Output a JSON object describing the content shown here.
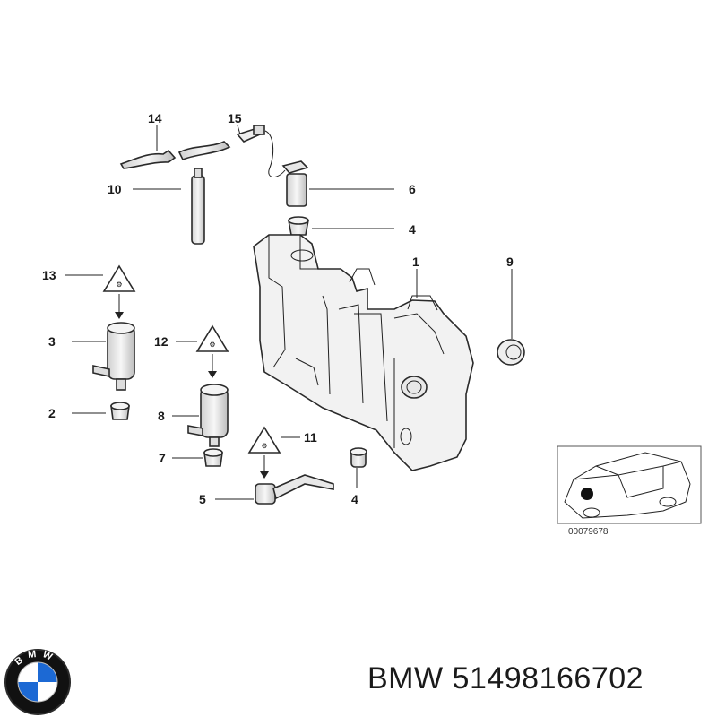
{
  "callouts": {
    "c14": "14",
    "c15": "15",
    "c10": "10",
    "c6": "6",
    "c4a": "4",
    "c1": "1",
    "c9": "9",
    "c13": "13",
    "c3": "3",
    "c2": "2",
    "c12": "12",
    "c8": "8",
    "c7": "7",
    "c11": "11",
    "c5": "5",
    "c4b": "4"
  },
  "reference_number": "00079678",
  "caption": {
    "brand": "BMW",
    "part_number": "51498166702"
  },
  "logo": {
    "text": "BMW",
    "colors": {
      "blue": "#1c69d4",
      "white": "#ffffff",
      "ring": "#1a1a1a"
    }
  },
  "colors": {
    "line": "#222222",
    "part_fill": "#f2f2f2",
    "warning_fill": "#ffffff"
  }
}
